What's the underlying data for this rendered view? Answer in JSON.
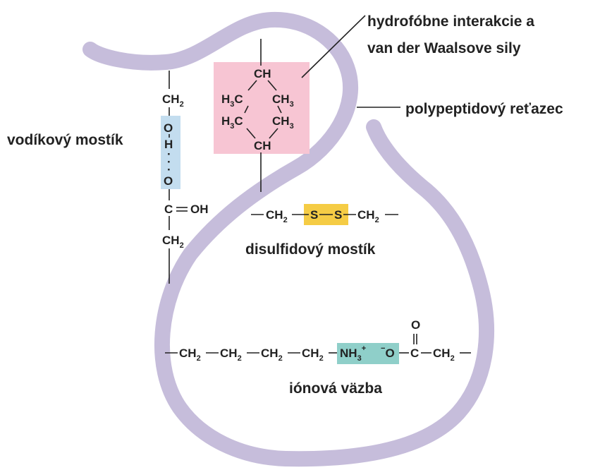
{
  "colors": {
    "chain": "#c6bddb",
    "hydrophobic_box": "#f7c5d3",
    "hydrogen_box": "#c3ddef",
    "disulfide_box": "#f5cc45",
    "ionic_box": "#8fcfc9",
    "ink": "#222222"
  },
  "labels": {
    "hydrophobic_line1": "hydrofóbne interakcie a",
    "hydrophobic_line2": "van der Waalsove sily",
    "polypeptide": "polypeptidový reťazec",
    "hydrogen": "vodíkový mostík",
    "disulfide": "disulfidový mostík",
    "ionic": "iónová väzba"
  },
  "chem": {
    "CH": "CH",
    "C": "C",
    "H": "H",
    "O": "O",
    "S": "S",
    "OH": "OH",
    "CH2": "CH",
    "CH3": "CH",
    "NH3": "NH",
    "sub2": "2",
    "sub3": "3",
    "plus": "+",
    "minus": "−",
    "dots": "·"
  }
}
